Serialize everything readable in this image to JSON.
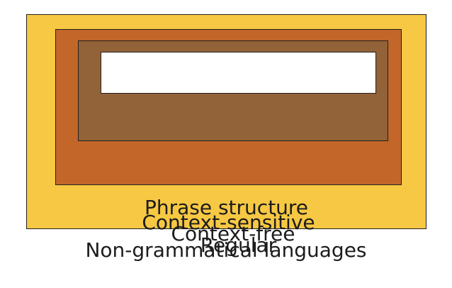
{
  "diagram": {
    "outside_label": "Non-grammatical languages",
    "levels": [
      {
        "key": "phrase",
        "label": "Phrase structure",
        "color": "#f6c843"
      },
      {
        "key": "csens",
        "label": "Context-sensitive",
        "color": "#c2662a"
      },
      {
        "key": "cfree",
        "label": "Context-free",
        "color": "#926238"
      },
      {
        "key": "regular",
        "label": "Regular",
        "color": "#ffffff"
      }
    ]
  }
}
